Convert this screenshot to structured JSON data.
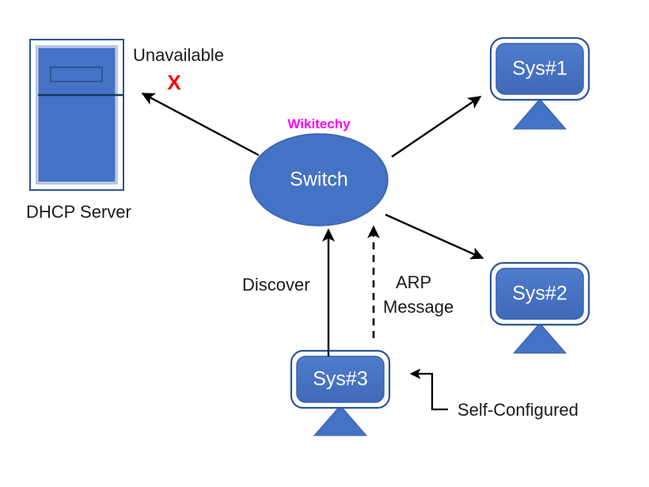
{
  "diagram": {
    "title": "DHCP Unavailable / ARP Self-Configuration Network Diagram",
    "background_color": "#ffffff",
    "watermark": {
      "text": "Wikitechy",
      "color": "#ff00ff"
    },
    "colors": {
      "node_fill": "#4472c4",
      "node_stroke": "#2f5597",
      "node_text": "#ffffff",
      "label_text": "#1a1a1a",
      "edge": "#000000",
      "error": "#ff0000",
      "watermark": "#ff00ff"
    },
    "nodes": [
      {
        "id": "dhcp-server",
        "type": "server-tower",
        "label": "DHCP Server",
        "label_color": "#1a1a1a"
      },
      {
        "id": "switch",
        "type": "ellipse",
        "label": "Switch",
        "label_color": "#ffffff"
      },
      {
        "id": "sys1",
        "type": "monitor",
        "label": "Sys#1",
        "label_color": "#ffffff"
      },
      {
        "id": "sys2",
        "type": "monitor",
        "label": "Sys#2",
        "label_color": "#ffffff"
      },
      {
        "id": "sys3",
        "type": "monitor",
        "label": "Sys#3",
        "label_color": "#ffffff"
      }
    ],
    "edges": [
      {
        "id": "switch-to-dhcp",
        "from": "switch",
        "to": "dhcp-server",
        "style": "solid",
        "arrow": "end",
        "label": "Unavailable",
        "marker": "X",
        "marker_color": "#ff0000"
      },
      {
        "id": "switch-to-sys1",
        "from": "switch",
        "to": "sys1",
        "style": "solid",
        "arrow": "end",
        "label": ""
      },
      {
        "id": "switch-to-sys2",
        "from": "switch",
        "to": "sys2",
        "style": "solid",
        "arrow": "end",
        "label": ""
      },
      {
        "id": "sys3-to-switch-discover",
        "from": "sys3",
        "to": "switch",
        "style": "solid",
        "arrow": "end",
        "label": "Discover"
      },
      {
        "id": "sys3-to-switch-arp",
        "from": "sys3",
        "to": "switch",
        "style": "dashed",
        "arrow": "end",
        "label_line1": "ARP",
        "label_line2": "Message"
      },
      {
        "id": "self-configured-callout",
        "from": "annotation",
        "to": "sys3",
        "style": "solid-elbow",
        "arrow": "end",
        "label": "Self-Configured"
      }
    ],
    "labels": {
      "unavailable": "Unavailable",
      "x_mark": "X",
      "dhcp_server": "DHCP Server",
      "switch": "Switch",
      "sys1": "Sys#1",
      "sys2": "Sys#2",
      "sys3": "Sys#3",
      "discover": "Discover",
      "arp_line1": "ARP",
      "arp_line2": "Message",
      "self_configured": "Self-Configured",
      "watermark": "Wikitechy"
    }
  }
}
